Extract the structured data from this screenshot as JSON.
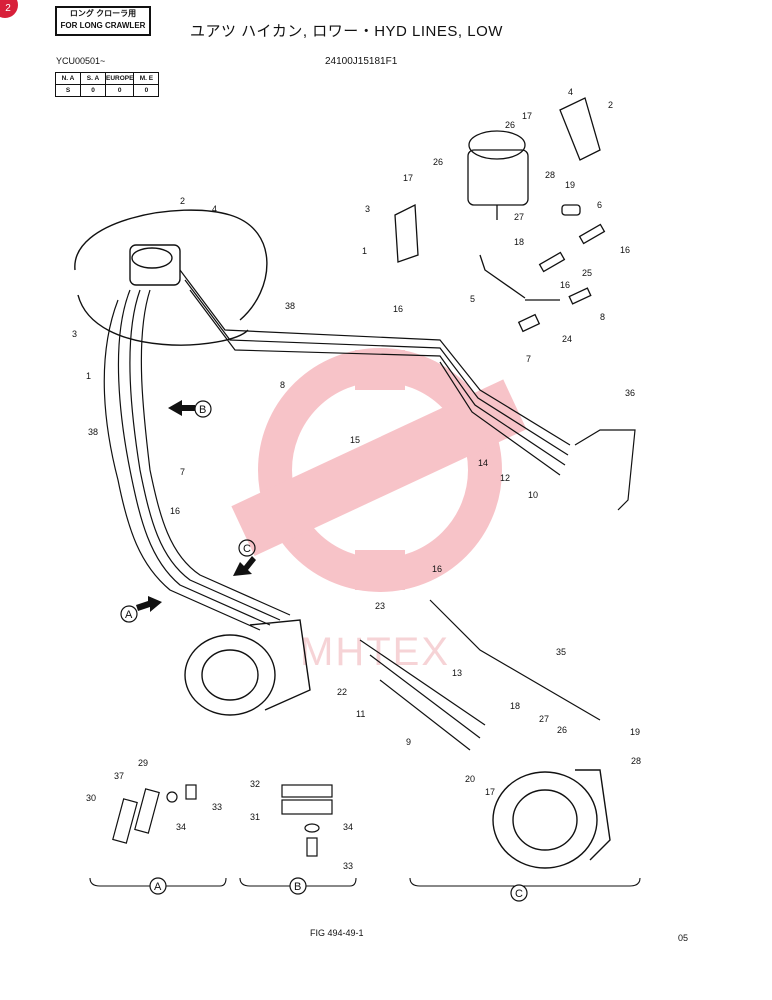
{
  "corner_badge": "2",
  "applicability": {
    "line1": "ロング クローラ用",
    "line2": "FOR LONG CRAWLER"
  },
  "title": "ユアツ ハイカン, ロワー・HYD LINES, LOW",
  "serial_range": "YCU00501~",
  "part_number": "24100J15181F1",
  "region_table": {
    "headers": [
      "N. A",
      "S. A",
      "EUROPE",
      "M. E"
    ],
    "values": [
      "S",
      "0",
      "0",
      "0"
    ]
  },
  "figure_id": "FIG 494-49-1",
  "page_code": "05",
  "watermark": "MHTEX",
  "callouts": {
    "c2a": "2",
    "c4a": "4",
    "c17a": "17",
    "c26a": "26",
    "c26b": "26",
    "c17b": "17",
    "c28a": "28",
    "c19a": "19",
    "c6": "6",
    "c3a": "3",
    "c1a": "1",
    "c27a": "27",
    "c18a": "18",
    "c16a": "16",
    "c25": "25",
    "c16b": "16",
    "c5": "5",
    "c8a": "8",
    "c24": "24",
    "c7a": "7",
    "c2b": "2",
    "c4b": "4",
    "c38a": "38",
    "c16c": "16",
    "c3b": "3",
    "c8b": "8",
    "c1b": "1",
    "c38b": "38",
    "c36": "36",
    "c15": "15",
    "c14": "14",
    "c12": "12",
    "c10": "10",
    "c7b": "7",
    "c16d": "16",
    "c16e": "16",
    "c23": "23",
    "c35": "35",
    "c13": "13",
    "c22": "22",
    "c11": "11",
    "c9": "9",
    "c18b": "18",
    "c27b": "27",
    "c26c": "26",
    "c19b": "19",
    "c28b": "28",
    "c20": "20",
    "c17c": "17",
    "c37": "37",
    "c29": "29",
    "c30": "30",
    "c33a": "33",
    "c34a": "34",
    "c32": "32",
    "c31": "31",
    "c34b": "34",
    "c33b": "33"
  },
  "view_labels": {
    "A": "A",
    "B": "B",
    "C": "C"
  }
}
